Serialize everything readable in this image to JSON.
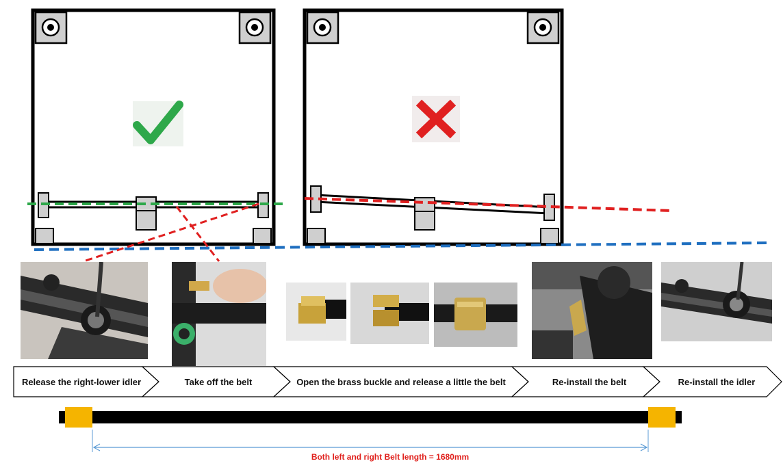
{
  "figures": [
    {
      "name": "correct-frame",
      "status": "aligned",
      "mark": "check-mark-icon",
      "guide_line_color": "#2ea84a"
    },
    {
      "name": "incorrect-frame",
      "status": "tilted",
      "mark": "cross-mark-icon",
      "guide_line_color": "#e02020"
    }
  ],
  "steps": [
    {
      "label": "Release the right-lower idler"
    },
    {
      "label": "Take off the belt"
    },
    {
      "label": "Open the brass buckle and release a little the belt"
    },
    {
      "label": "Re-install the belt"
    },
    {
      "label": "Re-install the idler"
    }
  ],
  "photos": [
    {
      "name": "photo-release-idler",
      "subject": "idler with hex key"
    },
    {
      "name": "photo-take-off-belt",
      "subject": "hand removing belt"
    },
    {
      "name": "photo-brass-buckle-1",
      "subject": "brass buckle"
    },
    {
      "name": "photo-brass-buckle-2",
      "subject": "brass buckle open"
    },
    {
      "name": "photo-brass-buckle-3",
      "subject": "brass buckle closed"
    },
    {
      "name": "photo-reinstall-belt",
      "subject": "belt on carriage"
    },
    {
      "name": "photo-reinstall-idler",
      "subject": "idler pulley"
    }
  ],
  "belt_diagram": {
    "caption": "Both left and right Belt length = 1680mm",
    "belt_color": "#000000",
    "clamp_color": "#f5b400",
    "dimension_color": "#5b9bd5",
    "caption_color": "#e0201c"
  },
  "colors": {
    "frame_stroke": "#000000",
    "corner_block": "#cfcfcf",
    "check": "#2ea84a",
    "cross": "#e02020",
    "divider": "#1f6fc0",
    "connector": "#e02020"
  }
}
